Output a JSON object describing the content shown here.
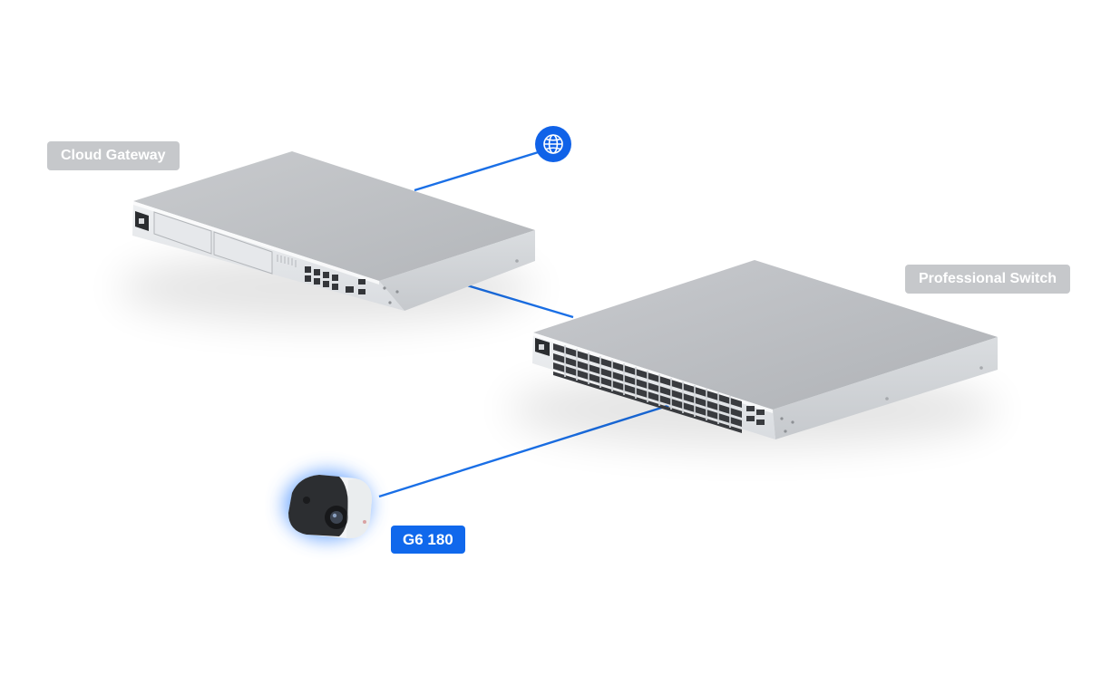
{
  "labels": {
    "gateway": "Cloud Gateway",
    "switch": "Professional Switch",
    "camera": "G6 180"
  },
  "icons": {
    "internet": "globe-icon"
  },
  "colors": {
    "link": "#1a6fe6",
    "camera_label": "#1068ec",
    "device_label": "#c6c8cb",
    "globe_badge": "#1062e8"
  }
}
